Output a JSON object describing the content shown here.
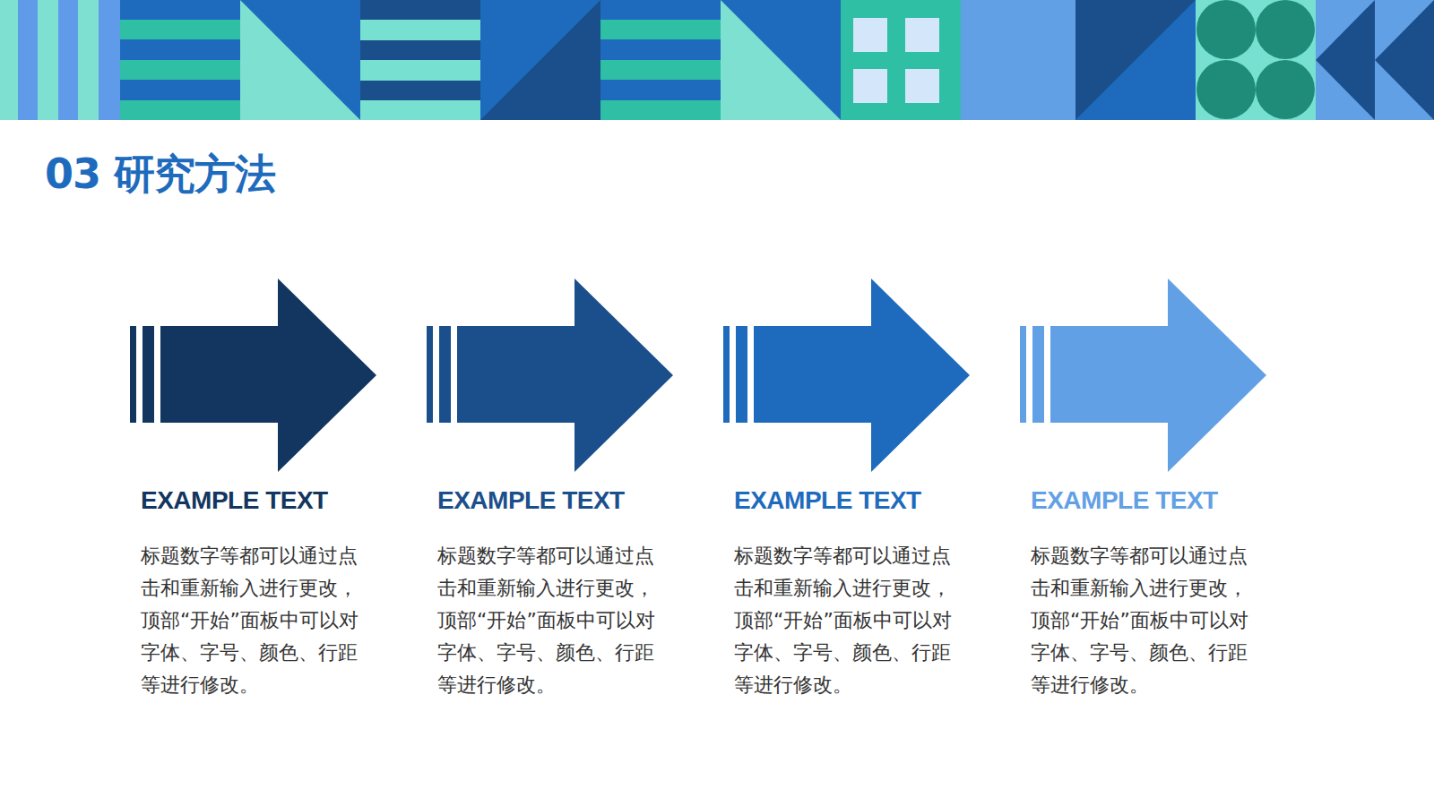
{
  "diagram": {
    "title": "03 研究方法",
    "nodes": [
      {
        "text": [
          "EXAMPLE TEXT",
          "标题数字等都可以通过点击和重新输入进行更改，顶部“开始”面板中可以对字体、字号、颜色、行距等进行修改。"
        ]
      },
      {
        "text": [
          "EXAMPLE TEXT",
          "标题数字等都可以通过点击和重新输入进行更改，顶部“开始”面板中可以对字体、字号、颜色、行距等进行修改。"
        ]
      },
      {
        "text": [
          "EXAMPLE TEXT",
          "标题数字等都可以通过点击和重新输入进行更改，顶部“开始”面板中可以对字体、字号、颜色、行距等进行修改。"
        ]
      },
      {
        "text": [
          "EXAMPLE TEXT",
          "标题数字等都可以通过点击和重新输入进行更改，顶部“开始”面板中可以对字体、字号、颜色、行距等进行修改。"
        ]
      }
    ]
  }
}
